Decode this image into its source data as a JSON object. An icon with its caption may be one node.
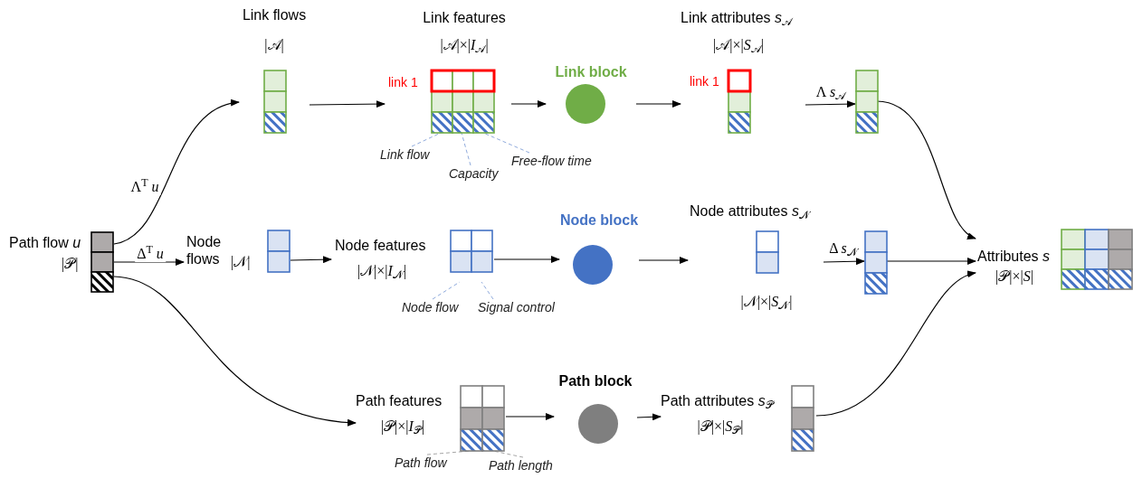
{
  "diagram": {
    "nodes": [
      {
        "text": [],
        "shape": "box",
        "beside": [
          "Path flow *u*",
          "|𝒫|"
        ]
      },
      {
        "text": [],
        "shape": "box",
        "beside": [
          "Link flows",
          "|𝒜|"
        ]
      },
      {
        "text": [],
        "shape": "box",
        "beside": [
          "Link features",
          "|𝒜|×|*I*$_{𝒜}$|",
          "link 1"
        ]
      },
      {
        "text": [
          "Link block"
        ]
      },
      {
        "text": [],
        "shape": "box",
        "beside": [
          "Link attributes *s*$_{𝒜}$",
          "|𝒜|×|*S*$_{𝒜}$|",
          "link 1"
        ]
      },
      {
        "text": [],
        "shape": "box"
      },
      {
        "text": [],
        "shape": "box",
        "beside": [
          "Node flows",
          "|𝒩|"
        ]
      },
      {
        "text": [],
        "shape": "box",
        "beside": [
          "Node features",
          "|𝒩|×|*I*$_{𝒩}$|"
        ]
      },
      {
        "text": [
          "Node block"
        ]
      },
      {
        "text": [],
        "shape": "box",
        "beside": [
          "Node attributes *s*$_{𝒩}$",
          "|𝒩|×|*S*$_{𝒩}$|"
        ]
      },
      {
        "text": [],
        "shape": "box"
      },
      {
        "text": [],
        "shape": "box",
        "beside": [
          "Path features",
          "|𝒫|×|*I*$_{𝒫}$|"
        ]
      },
      {
        "text": [
          "Path block"
        ]
      },
      {
        "text": [],
        "shape": "box",
        "beside": [
          "Path attributes *s*$_{𝒫}$",
          "|𝒫|×|*S*$_{𝒫}$|"
        ]
      },
      {
        "text": [],
        "shape": "box",
        "beside": [
          "Attributes *s*",
          "|𝒫|×|*S*|"
        ]
      },
      {
        "text": [
          "Link flow"
        ]
      },
      {
        "text": [
          "Capacity"
        ]
      },
      {
        "text": [
          "Free-flow time"
        ]
      },
      {
        "text": [
          "Node flow"
        ]
      },
      {
        "text": [
          "Signal control"
        ]
      },
      {
        "text": [
          "Path flow"
        ]
      },
      {
        "text": [
          "Path length"
        ]
      }
    ],
    "edges": [
      {
        "from": 0,
        "to": 1,
        "arrow": "to",
        "label": "Λ$^{T}$ *u*"
      },
      {
        "from": 0,
        "to": 6,
        "arrow": "to",
        "label": "Δ$^{T}$ *u*"
      },
      {
        "from": 0,
        "to": 11,
        "arrow": "to"
      },
      {
        "from": 1,
        "to": 2,
        "arrow": "to"
      },
      {
        "from": 2,
        "to": 3,
        "arrow": "to"
      },
      {
        "from": 3,
        "to": 4,
        "arrow": "to"
      },
      {
        "from": 4,
        "to": 5,
        "arrow": "to",
        "label": "Λ *s*$_{𝒜}$"
      },
      {
        "from": 5,
        "to": 14,
        "arrow": "to"
      },
      {
        "from": 6,
        "to": 7,
        "arrow": "to"
      },
      {
        "from": 7,
        "to": 8,
        "arrow": "to"
      },
      {
        "from": 8,
        "to": 9,
        "arrow": "to"
      },
      {
        "from": 9,
        "to": 10,
        "arrow": "to",
        "label": "Δ *s*$_{𝒩}$"
      },
      {
        "from": 10,
        "to": 14,
        "arrow": "to"
      },
      {
        "from": 11,
        "to": 12,
        "arrow": "to"
      },
      {
        "from": 12,
        "to": 13,
        "arrow": "to"
      },
      {
        "from": 13,
        "to": 14,
        "arrow": "to"
      },
      {
        "from": 15,
        "to": 2,
        "arrow": "none",
        "style": "dashed",
        "color": "#8faadc"
      },
      {
        "from": 16,
        "to": 2,
        "arrow": "none",
        "style": "dashed",
        "color": "#8faadc"
      },
      {
        "from": 17,
        "to": 2,
        "arrow": "none",
        "style": "dashed",
        "color": "#8faadc"
      },
      {
        "from": 18,
        "to": 7,
        "arrow": "none",
        "style": "dashed",
        "color": "#8faadc"
      },
      {
        "from": 19,
        "to": 7,
        "arrow": "none",
        "style": "dashed",
        "color": "#8faadc"
      },
      {
        "from": 20,
        "to": 11,
        "arrow": "none",
        "style": "dashed",
        "color": "#a6a6a6"
      },
      {
        "from": 21,
        "to": 11,
        "arrow": "none",
        "style": "dashed",
        "color": "#a6a6a6"
      }
    ]
  }
}
